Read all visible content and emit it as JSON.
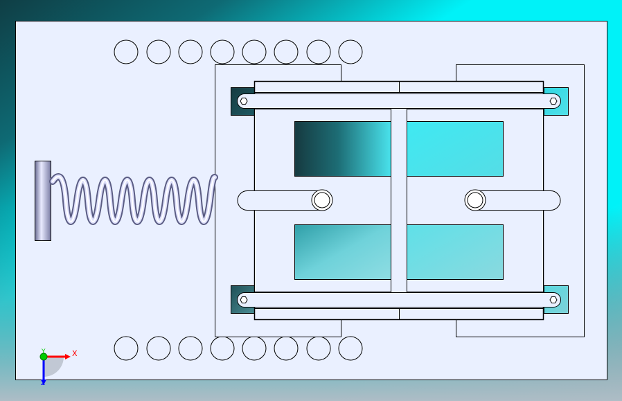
{
  "viewport": {
    "background": {
      "dark": "#0f3e45",
      "teal": "#12c9d3",
      "cyan": "#00f5fb",
      "gray": "#aebdc6"
    },
    "part": {
      "fill": "#eaf0ff",
      "stroke": "#000000"
    },
    "window_tint": {
      "dark": "#143a40",
      "cyan": "#45e6f0",
      "light": "#7fd6de"
    },
    "spring_color": "#c9cbe8",
    "triad": {
      "x_label": "X",
      "y_label": "Y",
      "z_label": "Z",
      "x_color": "#ff0000",
      "y_color": "#00cc00",
      "z_color": "#0000ff"
    }
  }
}
